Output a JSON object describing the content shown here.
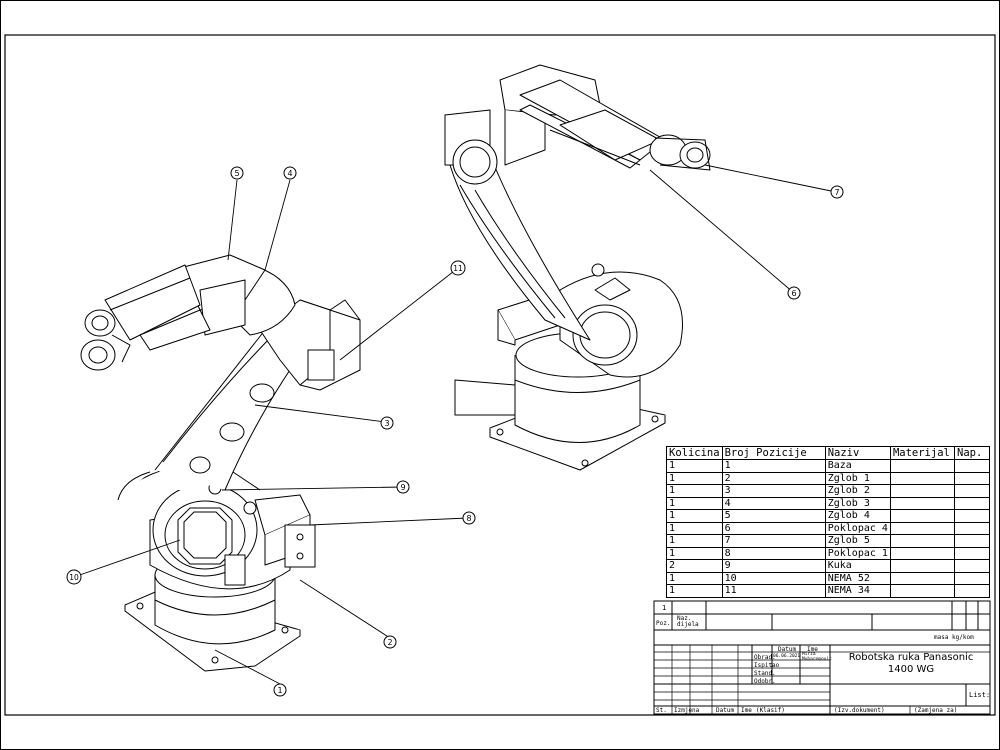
{
  "balloons": [
    "1",
    "2",
    "3",
    "4",
    "5",
    "6",
    "7",
    "8",
    "9",
    "10",
    "11"
  ],
  "parts_list": {
    "headers": [
      "Kolicina",
      "Broj Pozicije",
      "Naziv",
      "Materijal",
      "Nap."
    ],
    "rows": [
      [
        "1",
        "1",
        "Baza",
        "",
        ""
      ],
      [
        "1",
        "2",
        "Zglob 1",
        "",
        ""
      ],
      [
        "1",
        "3",
        "Zglob 2",
        "",
        ""
      ],
      [
        "1",
        "4",
        "Zglob 3",
        "",
        ""
      ],
      [
        "1",
        "5",
        "Zglob 4",
        "",
        ""
      ],
      [
        "1",
        "6",
        "Poklopac 4",
        "",
        ""
      ],
      [
        "1",
        "7",
        "Zglob 5",
        "",
        ""
      ],
      [
        "1",
        "8",
        "Poklopac  1",
        "",
        ""
      ],
      [
        "2",
        "9",
        "Kuka",
        "",
        ""
      ],
      [
        "1",
        "10",
        "NEMA 52",
        "",
        ""
      ],
      [
        "1",
        "11",
        "NEMA 34",
        "",
        ""
      ]
    ]
  },
  "title_block": {
    "sheet_number": "1",
    "poz_label": "Poz.",
    "part_name_label": "Naz. dijela",
    "mass_label": "masa kg/kom",
    "datum_label": "Datum",
    "ime_label": "Ime",
    "obrad_label": "Obrad.",
    "obrad_date": "06.06.2021",
    "obrad_name": "Mirza Muharemovic",
    "ispitao_label": "Ispitao",
    "stand_label": "Stand.",
    "odobr_label": "Odobr.",
    "drawing_title_1": "Robotska ruka Panasonic",
    "drawing_title_2": "1400 WG",
    "list_label": "List:",
    "footer_st": "St.",
    "footer_izmjena": "Izmjena",
    "footer_datum": "Datum",
    "footer_ime": "Ime",
    "footer_klasif": "(Klasif)",
    "footer_izv": "(Izv.dokument)",
    "footer_zamjena": "(Zamjena za)"
  }
}
